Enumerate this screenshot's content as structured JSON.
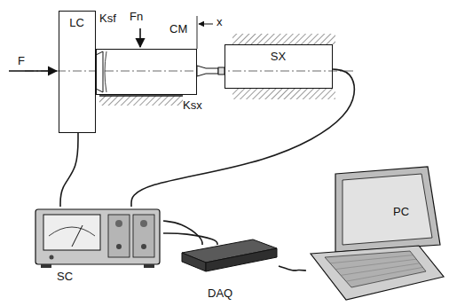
{
  "diagram": {
    "nodes": [
      {
        "text": [
          "LC"
        ]
      },
      {
        "text": [
          "CM"
        ]
      },
      {
        "text": [
          "SX"
        ]
      },
      {
        "text": [
          "SC"
        ]
      },
      {
        "text": [
          "DAQ"
        ]
      },
      {
        "text": [
          "PC"
        ]
      }
    ],
    "edges": [
      {
        "from": 0,
        "to": 3,
        "arrow": "none"
      },
      {
        "from": 2,
        "to": 3,
        "arrow": "none"
      },
      {
        "from": 3,
        "to": 4,
        "arrow": "none"
      },
      {
        "from": 3,
        "to": 4,
        "arrow": "none"
      },
      {
        "from": 4,
        "to": 5,
        "arrow": "none"
      }
    ],
    "labels": [
      "F",
      "Fn",
      "x",
      "Ksf",
      "Ksx"
    ]
  }
}
